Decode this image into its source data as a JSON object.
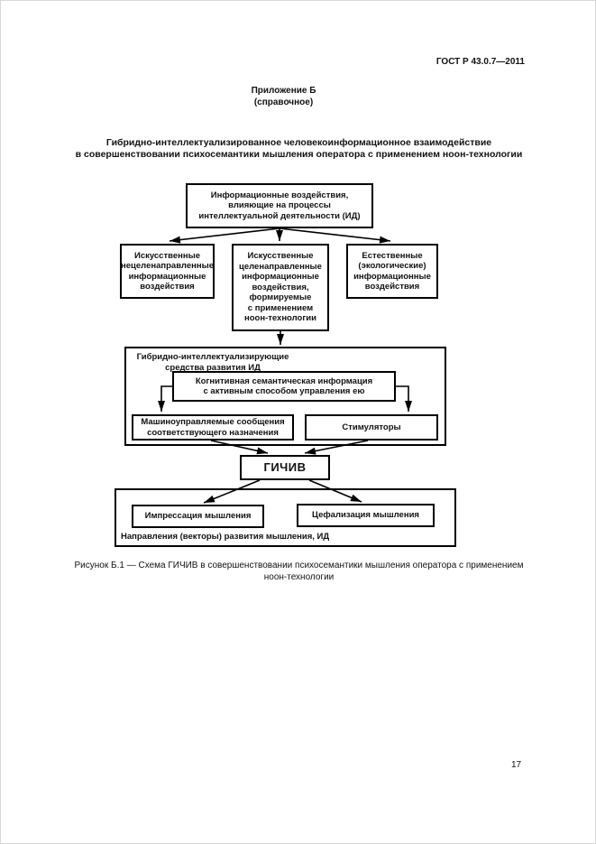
{
  "page": {
    "standard_ref": "ГОСТ Р 43.0.7—2011",
    "appendix": "Приложение Б\n(справочное)",
    "doc_title": "Гибридно-интеллектуализированное человекоинформационное взаимодействие\nв совершенствовании психосемантики мышления оператора с применением ноон-технологии",
    "figure_caption": "Рисунок Б.1 — Схема ГИЧИВ в совершенствовании психосемантики мышления оператора с применением\nноон-технологии",
    "page_number": "17"
  },
  "diagram": {
    "top_box": "Информационные воздействия,\nвлияющие на процессы\nинтеллектуальной деятельности (ИД)",
    "left_box": "Искусственные\nнецеленаправленные\nинформационные\nвоздействия",
    "middle_box": "Искусственные\nцеленаправленные\nинформационные\nвоздействия,\nформируемые\nс применением\nноон-технологии",
    "right_box": "Естественные\n(экологические)\nинформационные\nвоздействия",
    "hybrid_frame_label": "Гибридно-интеллектуализирующие\nсредства развития ИД",
    "cognitive_box": "Когнитивная семантическая информация\nс активным способом управления ею",
    "machine_box": "Машиноуправляемые сообщения\nсоответствующего назначения",
    "stimulators_box": "Стимуляторы",
    "gichiv_box": "ГИЧИВ",
    "impressation_box": "Импрессация мышления",
    "cephalization_box": "Цефализация мышления",
    "directions_label": "Направления (векторы) развития мышления, ИД"
  },
  "colors": {
    "ink": "#111111",
    "paper": "#ffffff"
  }
}
